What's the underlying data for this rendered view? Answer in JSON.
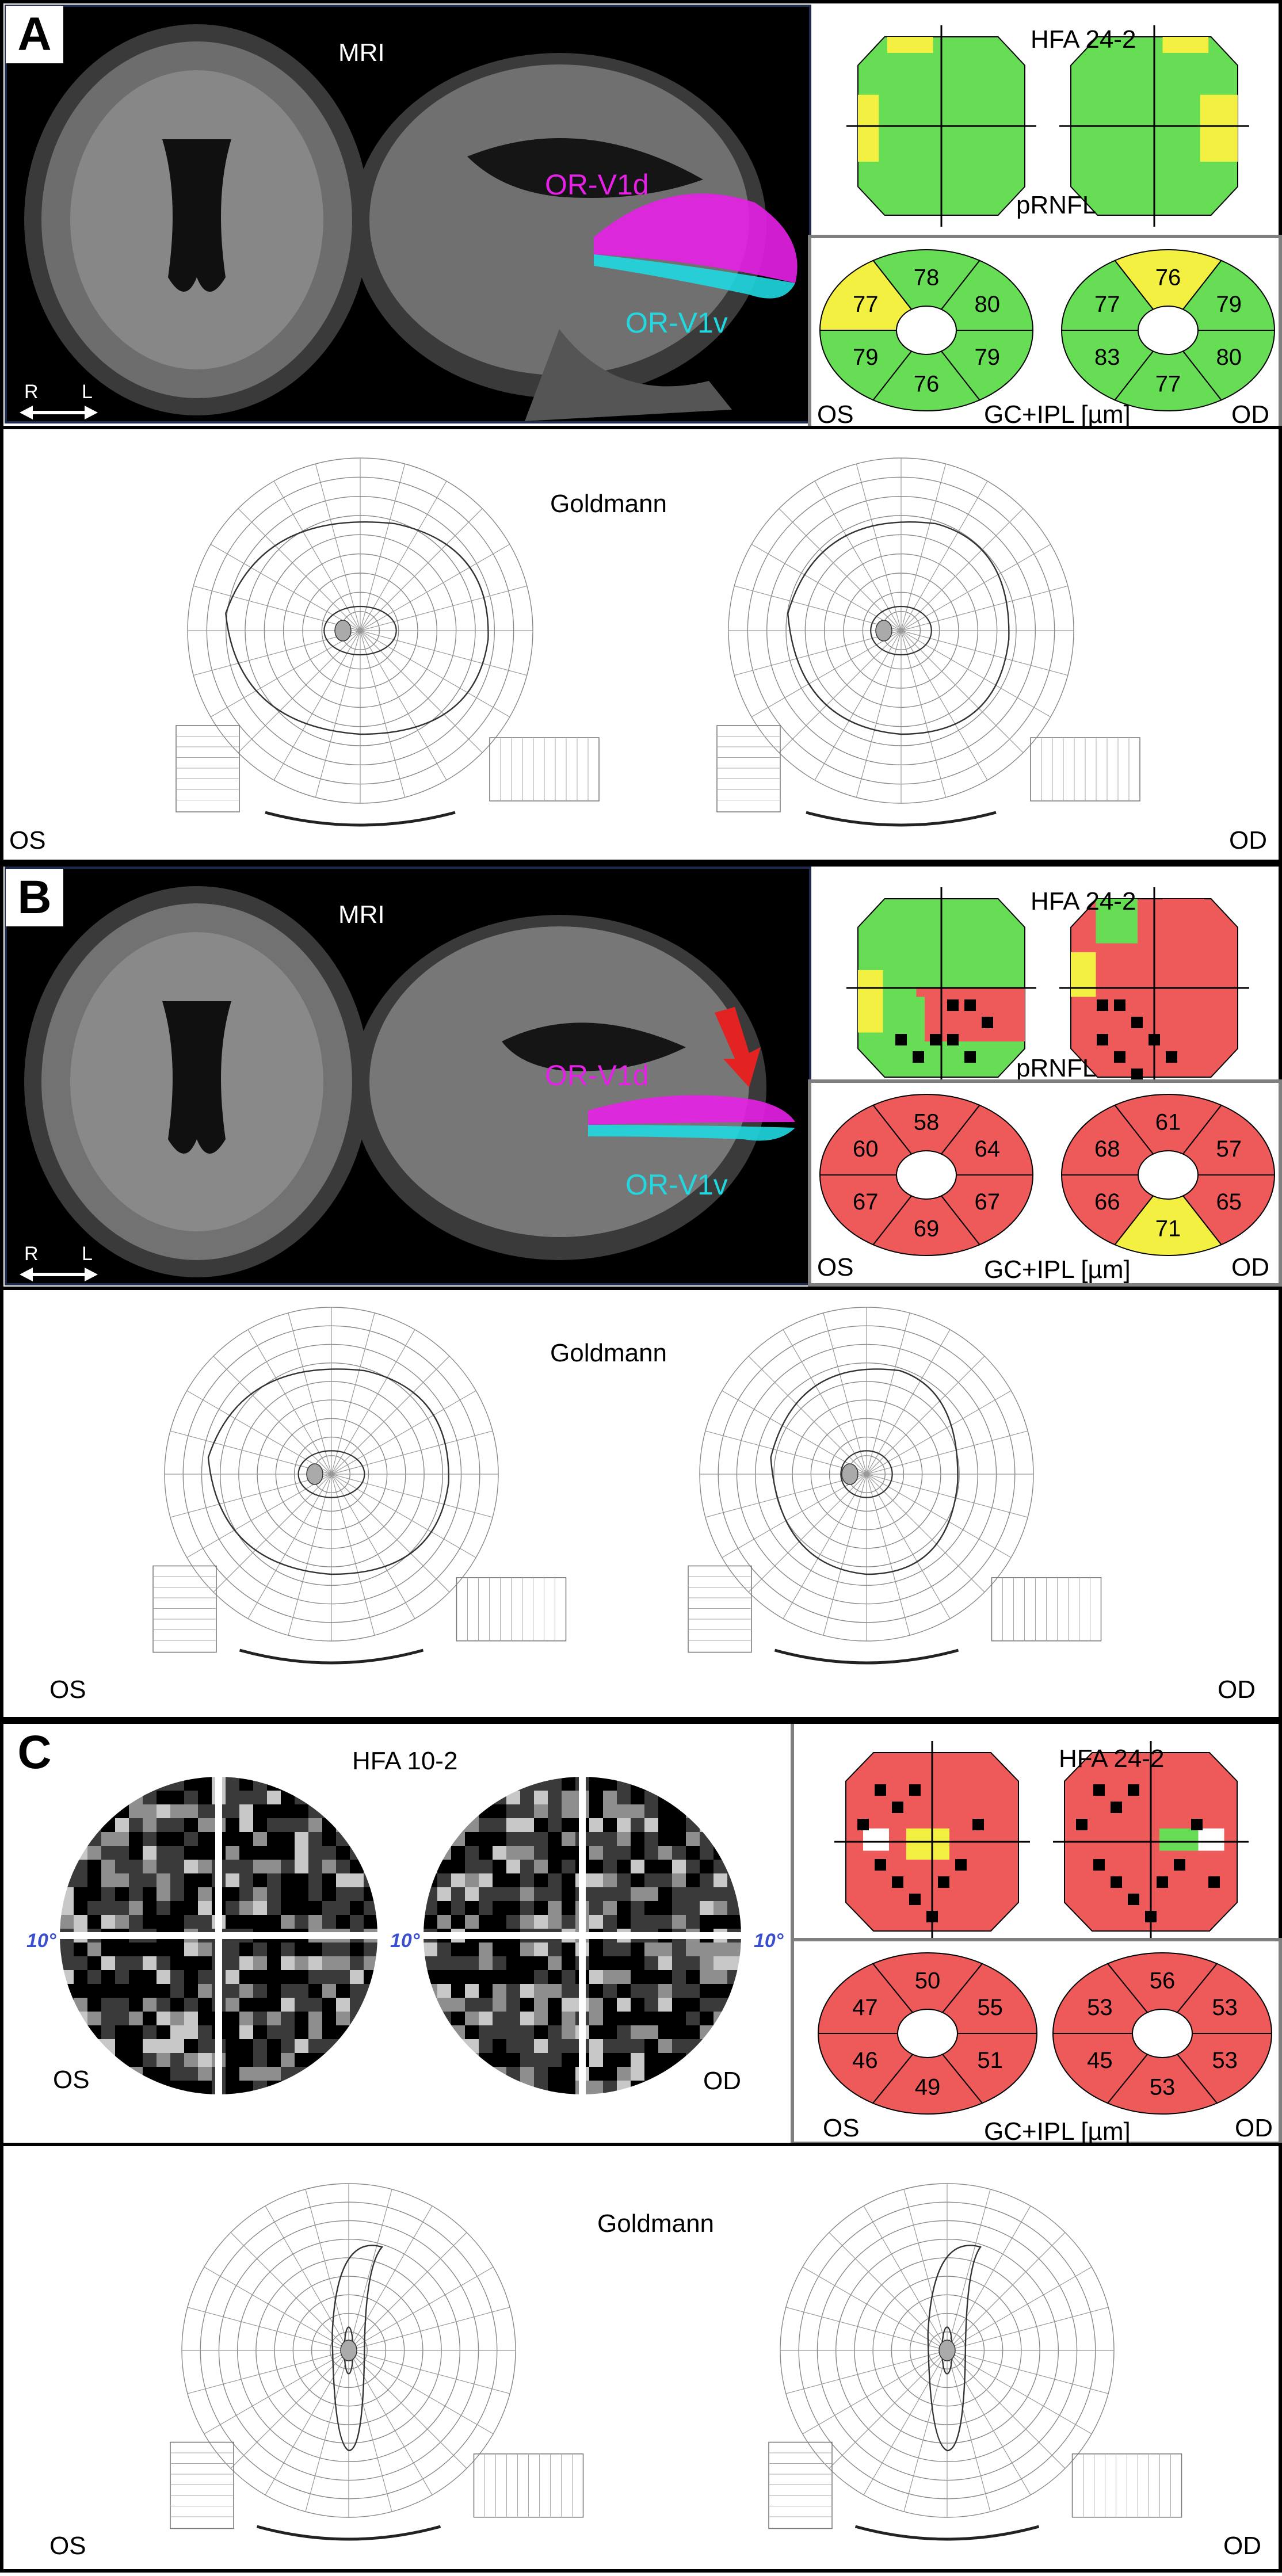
{
  "colors": {
    "normal_green": "#66dd55",
    "borderline_yellow": "#f4f042",
    "abnormal_red": "#ee5a5a",
    "tract_dorsal": "#e620e6",
    "tract_ventral": "#20d8e0",
    "frame": "#000000",
    "subframe": "#7f7f7f",
    "hfa10_blue_label": "#3a4fd0"
  },
  "panels": {
    "A": {
      "letter": "A",
      "mri_title": "MRI",
      "tract_dorsal": "OR-V1d",
      "tract_ventral": "OR-V1v",
      "orientation_r": "R",
      "orientation_l": "L",
      "hfa_title": "HFA 24-2",
      "prnfl_label": "pRNFL",
      "gcipl_label": "GC+IPL [µm]",
      "os": "OS",
      "od": "OD",
      "os_sectors": {
        "top": "78",
        "upper_left": "77",
        "upper_right": "80",
        "lower_left": "79",
        "lower_right": "79",
        "bottom": "76"
      },
      "od_sectors": {
        "top": "76",
        "upper_left": "77",
        "upper_right": "79",
        "lower_left": "83",
        "lower_right": "80",
        "bottom": "77"
      },
      "os_colors": {
        "top": "green",
        "upper_left": "yellow",
        "upper_right": "green",
        "lower_left": "green",
        "lower_right": "green",
        "bottom": "green"
      },
      "od_colors": {
        "top": "yellow",
        "upper_left": "green",
        "upper_right": "green",
        "lower_left": "green",
        "lower_right": "green",
        "bottom": "green"
      },
      "goldmann_title": "Goldmann",
      "goldmann_os": "OS",
      "goldmann_od": "OD"
    },
    "B": {
      "letter": "B",
      "mri_title": "MRI",
      "tract_dorsal": "OR-V1d",
      "tract_ventral": "OR-V1v",
      "orientation_r": "R",
      "orientation_l": "L",
      "hfa_title": "HFA 24-2",
      "prnfl_label": "pRNFL",
      "gcipl_label": "GC+IPL [µm]",
      "os": "OS",
      "od": "OD",
      "os_sectors": {
        "top": "58",
        "upper_left": "60",
        "upper_right": "64",
        "lower_left": "67",
        "lower_right": "67",
        "bottom": "69"
      },
      "od_sectors": {
        "top": "61",
        "upper_left": "68",
        "upper_right": "57",
        "lower_left": "66",
        "lower_right": "65",
        "bottom": "71"
      },
      "os_colors": {
        "top": "red",
        "upper_left": "red",
        "upper_right": "red",
        "lower_left": "red",
        "lower_right": "red",
        "bottom": "red"
      },
      "od_colors": {
        "top": "red",
        "upper_left": "red",
        "upper_right": "red",
        "lower_left": "red",
        "lower_right": "red",
        "bottom": "yellow"
      },
      "goldmann_title": "Goldmann",
      "goldmann_os": "OS",
      "goldmann_od": "OD"
    },
    "C": {
      "letter": "C",
      "hfa10_title": "HFA 10-2",
      "deg_label": "10°",
      "hfa_title": "HFA 24-2",
      "gcipl_label": "GC+IPL [µm]",
      "os": "OS",
      "od": "OD",
      "os_sectors": {
        "top": "50",
        "upper_left": "47",
        "upper_right": "55",
        "lower_left": "46",
        "lower_right": "51",
        "bottom": "49"
      },
      "od_sectors": {
        "top": "56",
        "upper_left": "53",
        "upper_right": "53",
        "lower_left": "45",
        "lower_right": "53",
        "bottom": "53"
      },
      "os_colors": {
        "top": "red",
        "upper_left": "red",
        "upper_right": "red",
        "lower_left": "red",
        "lower_right": "red",
        "bottom": "red"
      },
      "od_colors": {
        "top": "red",
        "upper_left": "red",
        "upper_right": "red",
        "lower_left": "red",
        "lower_right": "red",
        "bottom": "red"
      },
      "goldmann_title": "Goldmann",
      "goldmann_os": "OS",
      "goldmann_od": "OD"
    }
  }
}
